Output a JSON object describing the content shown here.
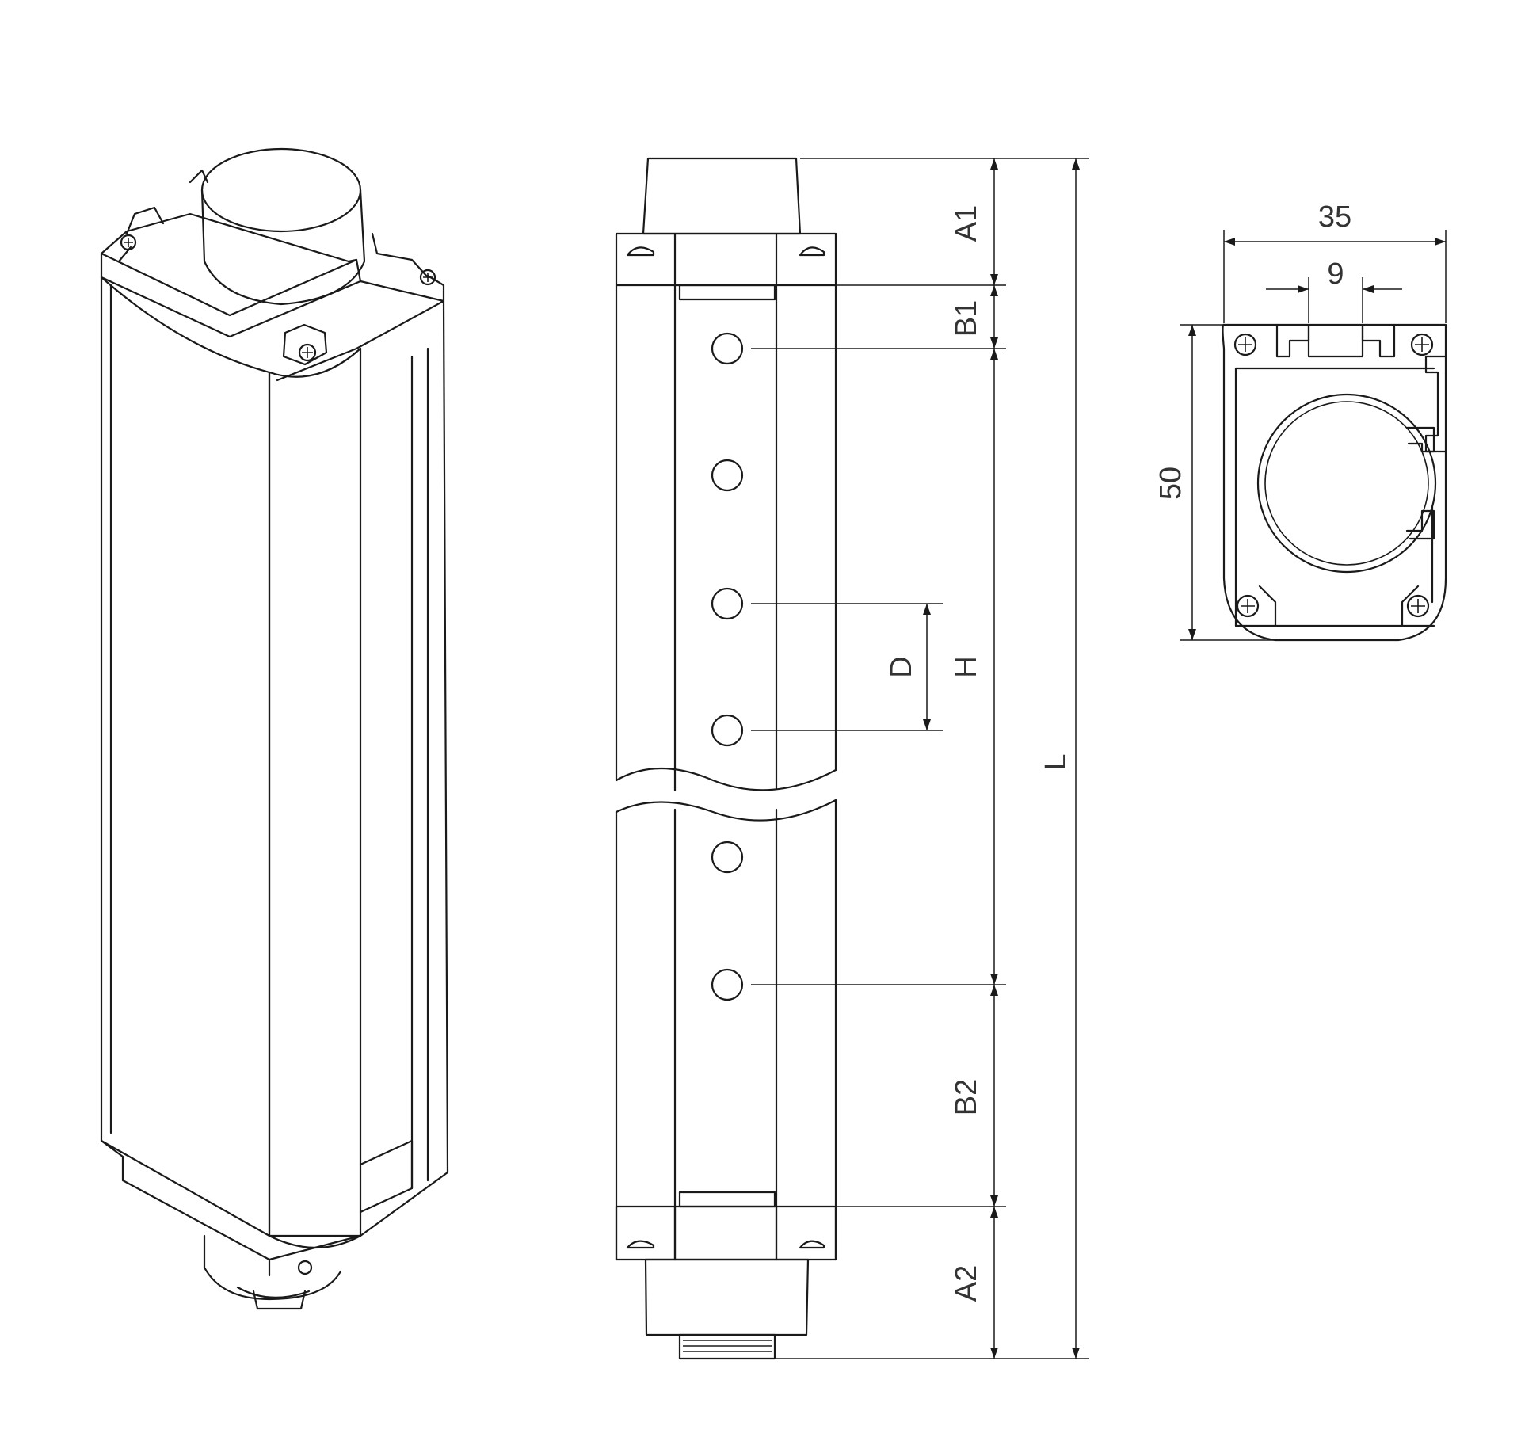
{
  "dimensions": {
    "A1": "A1",
    "B1": "B1",
    "H": "H",
    "D": "D",
    "L": "L",
    "B2": "B2",
    "A2": "A2",
    "width": "35",
    "slot_width": "9",
    "height": "50"
  },
  "icons": {
    "isometric": "light-curtain-isometric-view",
    "front": "light-curtain-front-view",
    "top": "light-curtain-top-view",
    "screw": "phillips-screw-icon"
  },
  "colors": {
    "line": "#1a1a1a",
    "text": "#333333",
    "background": "#ffffff"
  }
}
